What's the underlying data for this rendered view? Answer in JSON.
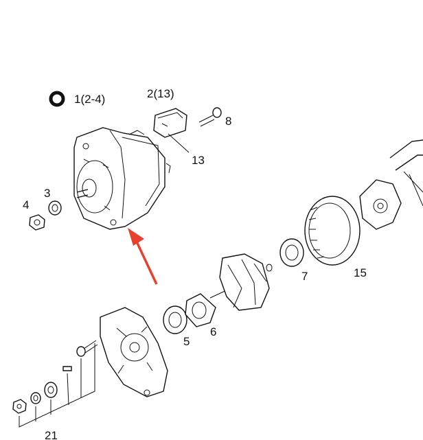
{
  "diagram": {
    "callouts": [
      {
        "id": "c1",
        "text": "1(2-4)"
      },
      {
        "id": "c2",
        "text": "2(13)"
      },
      {
        "id": "c3",
        "text": "3"
      },
      {
        "id": "c4",
        "text": "4"
      },
      {
        "id": "c5",
        "text": "5"
      },
      {
        "id": "c6",
        "text": "6"
      },
      {
        "id": "c7",
        "text": "7"
      },
      {
        "id": "c8",
        "text": "8"
      },
      {
        "id": "c13",
        "text": "13"
      },
      {
        "id": "c15",
        "text": "15"
      },
      {
        "id": "c21",
        "text": "21"
      }
    ],
    "colors": {
      "line": "#111111",
      "arrow": "#e8402a",
      "background": "#ffffff"
    }
  }
}
